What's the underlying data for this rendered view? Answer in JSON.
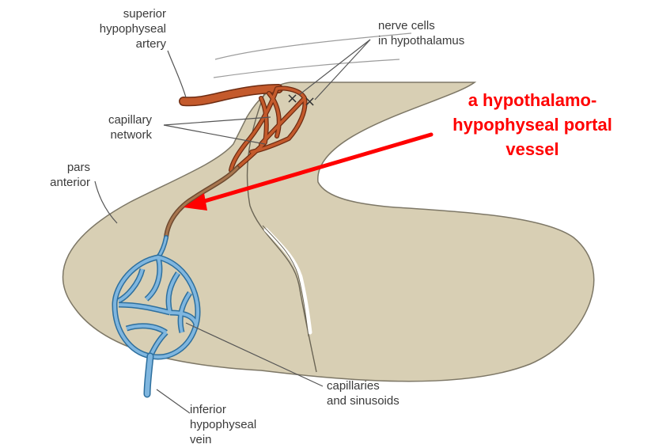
{
  "labels": {
    "superior_artery": [
      "superior",
      "hypophyseal",
      "artery"
    ],
    "nerve_cells": [
      "nerve cells",
      "in hypothalamus"
    ],
    "capillary_network": [
      "capillary",
      "network"
    ],
    "pars_anterior": [
      "pars",
      "anterior"
    ],
    "capillaries_sinusoids": [
      "capillaries",
      "and sinusoids"
    ],
    "inferior_vein": [
      "inferior",
      "hypophyseal",
      "vein"
    ]
  },
  "annotation": {
    "lines": [
      "a hypothalamo-",
      "hypophyseal portal",
      "vessel"
    ]
  },
  "colors": {
    "tissue": "#d8cfb4",
    "tissue_edge": "#7d7766",
    "artery": "#c45a2c",
    "artery_edge": "#6e2c12",
    "vein": "#7fb6df",
    "vein_edge": "#2d6f9e",
    "arrow": "#ff0000"
  }
}
